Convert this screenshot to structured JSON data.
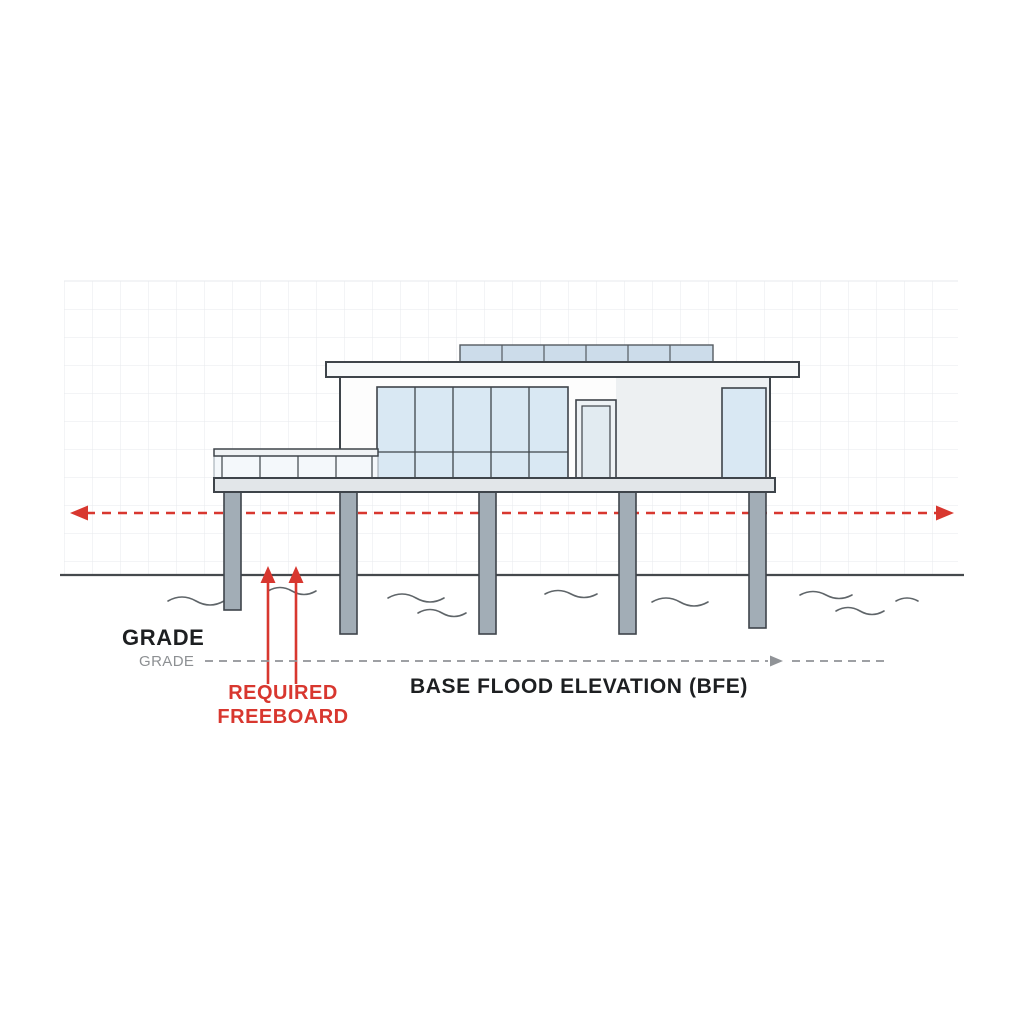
{
  "diagram": {
    "type": "elevation-diagram",
    "title": "Elevated coastal house showing required freeboard above Base Flood Elevation",
    "labels": {
      "grade_primary": "GRADE",
      "grade_secondary": "GRADE",
      "freeboard_line1": "REQUIRED",
      "freeboard_line2": "FREEBOARD",
      "bfe": "BASE FLOOD ELEVATION (BFE)"
    },
    "colors": {
      "accent_red": "#d8372f",
      "label_dark": "#1d1f21",
      "label_gray": "#8d9093",
      "piling_gray": "#a2adb6",
      "glass_blue": "#d9e8f3",
      "grid_line": "#e7eaec",
      "ground_line": "#45494d"
    }
  }
}
